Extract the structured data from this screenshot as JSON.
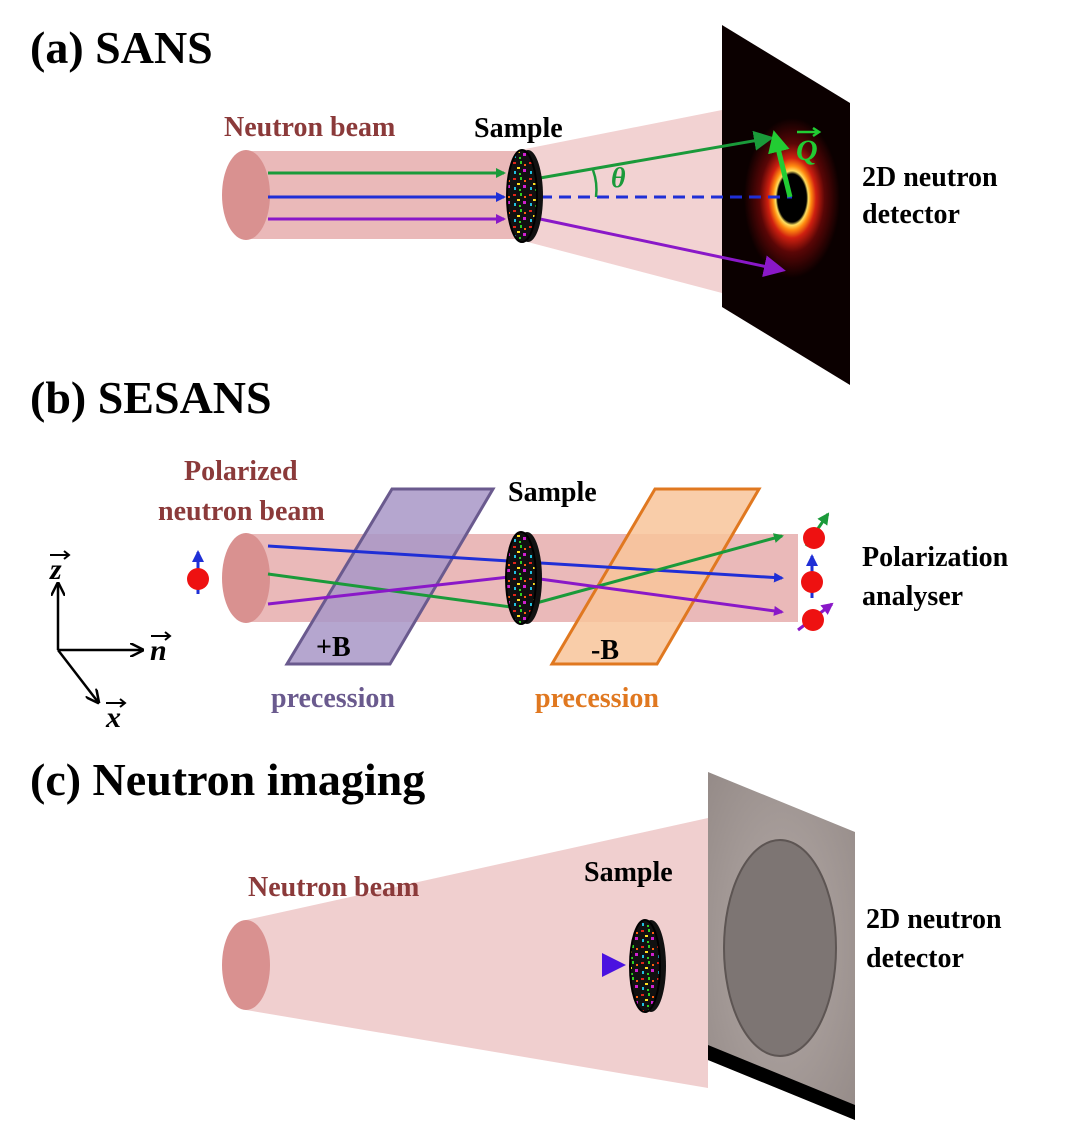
{
  "panels": {
    "a": {
      "title": "(a) SANS",
      "beam_label": "Neutron beam",
      "sample_label": "Sample",
      "angle_label": "θ",
      "q_label": "Q",
      "detector_label_1": "2D neutron",
      "detector_label_2": "detector"
    },
    "b": {
      "title": "(b) SESANS",
      "beam_label_1": "Polarized",
      "beam_label_2": "neutron beam",
      "sample_label": "Sample",
      "field_plus": "+B",
      "field_minus": "-B",
      "precession_1": "precession",
      "precession_2": "precession",
      "analyser_label_1": "Polarization",
      "analyser_label_2": "analyser",
      "axis_z": "z",
      "axis_n": "n",
      "axis_x": "x"
    },
    "c": {
      "title": "(c) Neutron imaging",
      "beam_label": "Neutron beam",
      "sample_label": "Sample",
      "detector_label_1": "2D neutron",
      "detector_label_2": "detector"
    }
  },
  "colors": {
    "beam": "#e8b4b4",
    "beam_source": "#d9908f",
    "green": "#1a9a3a",
    "blue": "#1f2fd6",
    "violet": "#8a18c8",
    "q_arrow": "#22cc33",
    "precession_plus": "#6a5a8e",
    "precession_minus": "#e07820",
    "spin_dot": "#ee1111"
  }
}
